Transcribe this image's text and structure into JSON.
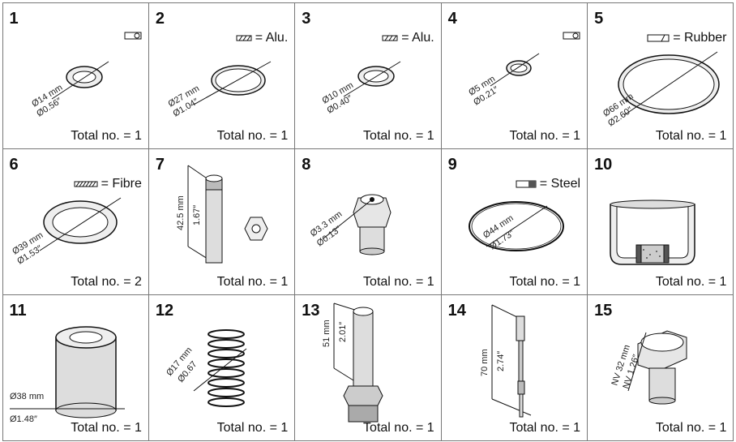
{
  "parts": [
    {
      "number": "1",
      "material": "",
      "dim_mm": "Ø14 mm",
      "dim_in": "Ø0.56″",
      "total": "Total no. = 1"
    },
    {
      "number": "2",
      "material": "= Alu.",
      "dim_mm": "Ø27 mm",
      "dim_in": "Ø1.04″",
      "total": "Total no. = 1"
    },
    {
      "number": "3",
      "material": "= Alu.",
      "dim_mm": "Ø10 mm",
      "dim_in": "Ø0.40″",
      "total": "Total no. = 1"
    },
    {
      "number": "4",
      "material": "",
      "dim_mm": "Ø5 mm",
      "dim_in": "Ø0.21″",
      "total": "Total no. = 1"
    },
    {
      "number": "5",
      "material": "= Rubber",
      "dim_mm": "Ø66 mm",
      "dim_in": "Ø2.60″",
      "total": "Total no. = 1"
    },
    {
      "number": "6",
      "material": "= Fibre",
      "dim_mm": "Ø39 mm",
      "dim_in": "Ø1.53″",
      "total": "Total no. = 2"
    },
    {
      "number": "7",
      "material": "",
      "dim_mm": "42.5 mm",
      "dim_in": "1.67″",
      "total": "Total no. = 1"
    },
    {
      "number": "8",
      "material": "",
      "dim_mm": "Ø3.3 mm",
      "dim_in": "Ø0.13″",
      "total": "Total no. = 1"
    },
    {
      "number": "9",
      "material": "= Steel",
      "dim_mm": "Ø44 mm",
      "dim_in": "Ø1.73″",
      "total": "Total no. = 1"
    },
    {
      "number": "10",
      "material": "",
      "dim_mm": "",
      "dim_in": "",
      "total": "Total no. = 1"
    },
    {
      "number": "11",
      "material": "",
      "dim_mm": "Ø38 mm",
      "dim_in": "Ø1.48″",
      "total": "Total no. = 1"
    },
    {
      "number": "12",
      "material": "",
      "dim_mm": "Ø17 mm",
      "dim_in": "Ø0.67",
      "total": "Total no. = 1"
    },
    {
      "number": "13",
      "material": "",
      "dim_mm": "51 mm",
      "dim_in": "2.01″",
      "total": "Total no. = 1"
    },
    {
      "number": "14",
      "material": "",
      "dim_mm": "70 mm",
      "dim_in": "2.74″",
      "total": "Total no. = 1"
    },
    {
      "number": "15",
      "material": "",
      "dim_mm": "NV 32 mm",
      "dim_in": "NV 1.26″",
      "total": "Total no. = 1"
    }
  ]
}
